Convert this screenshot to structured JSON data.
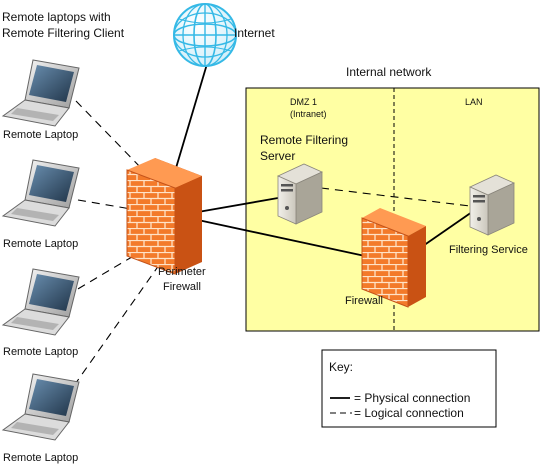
{
  "labels": {
    "remote_clients_title_line1": "Remote laptops with",
    "remote_clients_title_line2": "Remote Filtering Client",
    "laptops": [
      "Remote Laptop",
      "Remote Laptop",
      "Remote Laptop",
      "Remote Laptop"
    ],
    "internet": "Internet",
    "internal_network": "Internal network",
    "dmz_line1": "DMZ 1",
    "dmz_line2": "(Intranet)",
    "lan": "LAN",
    "rf_server_line1": "Remote Filtering",
    "rf_server_line2": "Server",
    "filtering_service": "Filtering Service",
    "perimeter_firewall_line1": "Perimeter",
    "perimeter_firewall_line2": "Firewall",
    "firewall": "Firewall"
  },
  "key": {
    "title": "Key:",
    "physical": "= Physical connection",
    "logical": "= Logical connection"
  },
  "colors": {
    "zone_fill": "#ffffa3",
    "firewall": "#f26b1d",
    "globe": "#35b9e6"
  },
  "icons": {
    "internet": "globe-icon",
    "firewall": "brick-firewall-icon",
    "server": "server-tower-icon",
    "laptop": "laptop-icon"
  }
}
